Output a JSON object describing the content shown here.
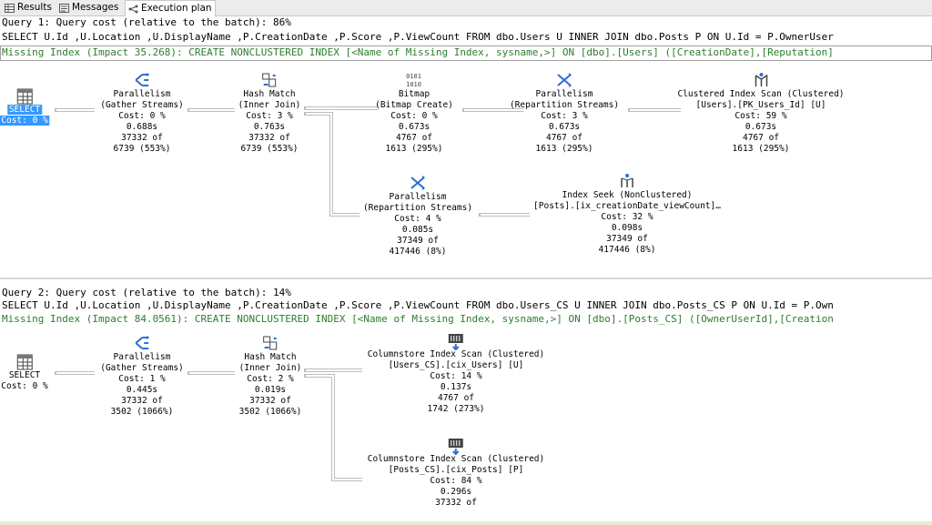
{
  "tabs": [
    {
      "label": "Results",
      "icon": "grid-icon"
    },
    {
      "label": "Messages",
      "icon": "messages-icon"
    },
    {
      "label": "Execution plan",
      "icon": "plan-icon"
    }
  ],
  "colors": {
    "missing_index": "#2d7d2d",
    "select_highlight": "#3399ff",
    "arrow": "#a8a8a8"
  },
  "query1": {
    "header": "Query 1: Query cost (relative to the batch): 86%",
    "sql": "SELECT U.Id ,U.Location ,U.DisplayName ,P.CreationDate ,P.Score ,P.ViewCount FROM dbo.Users U INNER JOIN dbo.Posts P ON U.Id = P.OwnerUser",
    "missing": "Missing Index (Impact 35.268): CREATE NONCLUSTERED INDEX [<Name of Missing Index, sysname,>] ON [dbo].[Users] ([CreationDate],[Reputation]",
    "nodes": {
      "select": {
        "l1": "SELECT",
        "l2": "Cost: 0 %"
      },
      "par1": {
        "l1": "Parallelism",
        "l2": "(Gather Streams)",
        "l3": "Cost: 0 %",
        "l4": "0.688s",
        "l5": "37332 of",
        "l6": "6739 (553%)"
      },
      "hash": {
        "l1": "Hash Match",
        "l2": "(Inner Join)",
        "l3": "Cost: 3 %",
        "l4": "0.763s",
        "l5": "37332 of",
        "l6": "6739 (553%)"
      },
      "bitmap": {
        "l1": "Bitmap",
        "l2": "(Bitmap Create)",
        "l3": "Cost: 0 %",
        "l4": "0.673s",
        "l5": "4767 of",
        "l6": "1613 (295%)"
      },
      "par2": {
        "l1": "Parallelism",
        "l2": "(Repartition Streams)",
        "l3": "Cost: 3 %",
        "l4": "0.673s",
        "l5": "4767 of",
        "l6": "1613 (295%)"
      },
      "scan": {
        "l1": "Clustered Index Scan (Clustered)",
        "l2": "[Users].[PK_Users_Id] [U]",
        "l3": "Cost: 59 %",
        "l4": "0.673s",
        "l5": "4767 of",
        "l6": "1613 (295%)"
      },
      "par3": {
        "l1": "Parallelism",
        "l2": "(Repartition Streams)",
        "l3": "Cost: 4 %",
        "l4": "0.085s",
        "l5": "37349 of",
        "l6": "417446 (8%)"
      },
      "seek": {
        "l1": "Index Seek (NonClustered)",
        "l2": "[Posts].[ix_creationDate_viewCount]…",
        "l3": "Cost: 32 %",
        "l4": "0.098s",
        "l5": "37349 of",
        "l6": "417446 (8%)"
      }
    }
  },
  "query2": {
    "header": "Query 2: Query cost (relative to the batch): 14%",
    "sql": "SELECT U.Id ,U.Location ,U.DisplayName ,P.CreationDate ,P.Score ,P.ViewCount FROM dbo.Users_CS U INNER JOIN dbo.Posts_CS P ON U.Id = P.Own",
    "missing": "Missing Index (Impact 84.0561): CREATE NONCLUSTERED INDEX [<Name of Missing Index, sysname,>] ON [dbo].[Posts_CS] ([OwnerUserId],[Creation",
    "nodes": {
      "select": {
        "l1": "SELECT",
        "l2": "Cost: 0 %"
      },
      "par1": {
        "l1": "Parallelism",
        "l2": "(Gather Streams)",
        "l3": "Cost: 1 %",
        "l4": "0.445s",
        "l5": "37332 of",
        "l6": "3502 (1066%)"
      },
      "hash": {
        "l1": "Hash Match",
        "l2": "(Inner Join)",
        "l3": "Cost: 2 %",
        "l4": "0.019s",
        "l5": "37332 of",
        "l6": "3502 (1066%)"
      },
      "cs1": {
        "l1": "Columnstore Index Scan (Clustered)",
        "l2": "[Users_CS].[cix_Users] [U]",
        "l3": "Cost: 14 %",
        "l4": "0.137s",
        "l5": "4767 of",
        "l6": "1742 (273%)"
      },
      "cs2": {
        "l1": "Columnstore Index Scan (Clustered)",
        "l2": "[Posts_CS].[cix_Posts] [P]",
        "l3": "Cost: 84 %",
        "l4": "0.296s",
        "l5": "37332 of"
      }
    }
  }
}
